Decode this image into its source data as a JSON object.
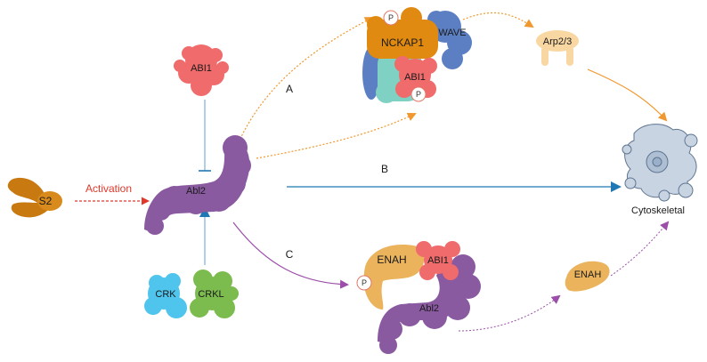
{
  "labels": {
    "s2": "S2",
    "activation": "Activation",
    "abl2_main": "Abl2",
    "abi1_top": "ABI1",
    "crk": "CRK",
    "crkl": "CRKL",
    "nckap1": "NCKAP1",
    "wave": "WAVE",
    "abi1_complex": "ABI1",
    "arp23": "Arp2/3",
    "path_a": "A",
    "path_b": "B",
    "path_c": "C",
    "cytoskeletal": "Cytoskeletal",
    "enah_complex": "ENAH",
    "abi1_enah": "ABI1",
    "abl2_complex": "Abl2",
    "enah_right": "ENAH",
    "phospho": "P"
  },
  "colors": {
    "path_a": "#f0982e",
    "path_b": "#1f77b4",
    "path_c": "#9b4fa8",
    "activation": "#e0392b",
    "s2": "#c8790f",
    "abl2": "#8a5aa0",
    "abi1": "#f06b6b",
    "crk": "#4fc4ec",
    "crkl": "#7cbb4e",
    "nckap1": "#e08a12",
    "wave": "#5b7fc2",
    "arp23": "#f8d7a3",
    "enah": "#eab35c",
    "cytoskeleton": "#b6c3d6"
  }
}
